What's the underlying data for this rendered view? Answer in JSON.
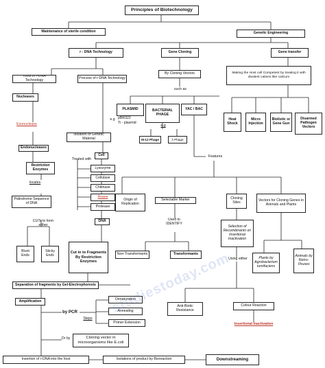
{
  "title": "Principles of Biotechnology",
  "sterile": "Maintenance of sterile condition",
  "genetic_engineering": "Genetic Engineering",
  "rdna_tech": "r - DNA Technology",
  "gene_cloning": "Gene Cloning",
  "gene_transfer": "Gene transfer",
  "tools": "Tools of r-DNA Technology",
  "process": "Process of r-DNA Technology",
  "by_cloning_vectors": "By Cloning Vectors",
  "such_as": "such as",
  "making_host": "Making the Host cell Competent by treating it with divalent cations like calcium",
  "nucleases": "Nucleases",
  "exonuclease": "Exonuclease",
  "endonucleases": "Endonucleases",
  "restriction_enzymes": "Restriction Enzymes",
  "locates": "locates",
  "palindrome": "Palindrome Sequence of DNA",
  "cuts_either": "CUTs to form either",
  "blunt": "Blunt Ends",
  "sticky": "Sticky Ends",
  "isolation": "Isolation of Genetic Material",
  "cell": "Cell",
  "treated_with": "Treated with",
  "lysozyme": "Lysozyme",
  "cellulase": "Cellulase",
  "chitinase": "Chitinase",
  "rnase": "Rnase",
  "protease": "Protease",
  "dna": "DNA",
  "cut_fragments": "Cut in to Fragments By Restriction Enzymes",
  "plasmid": "PLASMID",
  "bacterial_phage": "BACTERIAL PHAGE",
  "yac_bac": "YAC / BAC",
  "eg1": "e.g",
  "pbr": "pBR322",
  "ti": "Ti - plasmid",
  "eg2": "e.g",
  "m13": "M-13 Phage",
  "lambda": "λ Phage",
  "heat_shock": "Heat Shock",
  "micro_injection": "Micro Injection",
  "biolistic": "Biolistic or Gene Gun",
  "disarmed": "Disarmed Pathogen Vectors",
  "features": "Features",
  "origin": "Origin of Replication",
  "selectable": "Selectable Marker",
  "cloning_sites": "Cloning Sites",
  "vectors_cloning": "Vectors for Cloning Genes in Animals and Plants",
  "used_to_identify": "Used to IDENTIFY",
  "selection": "Selection of Recombinants on Insertional Inactivation",
  "non_transformants": "Non-Transformants",
  "transformants": "Transformants",
  "using_either": "Using either",
  "plants_agro": "Plants by Agrobacterium tumifaciens",
  "animals_retro": "Animals by Retro-Viruses",
  "separation": "Separation of fragments by Gel-Electrophoresis",
  "amplification": "Amplification",
  "by_pcr": "by PCR",
  "steps": "Steps",
  "denaturation": "Denaturation",
  "annealing": "Annealing",
  "primer_extension": "Primer Extension",
  "or_by": "Or by",
  "cloning_vector_micro": "Cloning vector in microorganisms like E.coli",
  "anti_biotic": "Anti-Biotic Resistance",
  "colour_reaction": "Colour Reaction",
  "insertional": "Insertional Inactivation",
  "insertion_host": "Insertion of r-DNA into the host",
  "isolation_product": "Isolations of product by Bioreaction",
  "downstreaming": "Downstreaming",
  "watermark": "studiestoday.com"
}
